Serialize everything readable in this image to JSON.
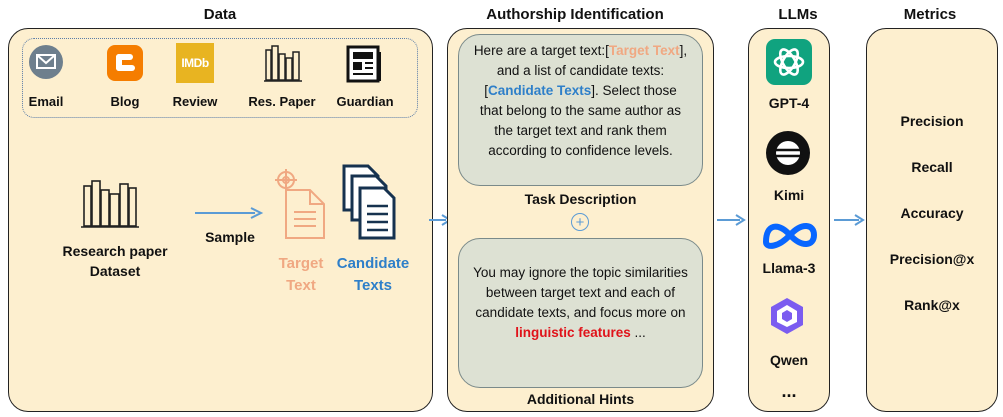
{
  "titles": {
    "data": "Data",
    "authorship": "Authorship Identification",
    "llms": "LLMs",
    "metrics": "Metrics"
  },
  "sources": [
    {
      "label": "Email",
      "icon": "email-icon"
    },
    {
      "label": "Blog",
      "icon": "blogger-icon"
    },
    {
      "label": "Review",
      "icon": "imdb-icon"
    },
    {
      "label": "Res. Paper",
      "icon": "bookshelf-icon"
    },
    {
      "label": "Guardian",
      "icon": "newspaper-icon"
    }
  ],
  "imdb_text": "IMDb",
  "dataset": {
    "line1": "Research paper",
    "line2": "Dataset"
  },
  "sample_label": "Sample",
  "target": {
    "line1": "Target",
    "line2": "Text"
  },
  "candidate": {
    "line1": "Candidate",
    "line2": "Texts"
  },
  "task": {
    "p1": "Here are a target text:[",
    "target": "Target Text",
    "p2": "], and a list of candidate texts:[",
    "candidate": "Candidate Texts",
    "p3": "]. Select those that belong to the same author as the target text and rank them according to confidence levels.",
    "label": "Task Description"
  },
  "plus_symbol": "+",
  "hints": {
    "p1": "You may ignore the topic similarities between target text and each of candidate texts, and focus more on",
    "highlight": "linguistic features",
    "p2": "...",
    "label": "Additional Hints"
  },
  "llms": [
    {
      "name": "GPT-4",
      "icon": "openai-icon"
    },
    {
      "name": "Kimi",
      "icon": "kimi-icon"
    },
    {
      "name": "Llama-3",
      "icon": "meta-icon"
    },
    {
      "name": "Qwen",
      "icon": "qwen-icon"
    }
  ],
  "llm_more": "...",
  "metrics": [
    "Precision",
    "Recall",
    "Accuracy",
    "Precision@x",
    "Rank@x"
  ],
  "colors": {
    "panel": "#fdefcf",
    "bubble": "#dde1d3",
    "arrow": "#5b9bd5",
    "target": "#f0a882",
    "candidate": "#2e7fc9",
    "highlight": "#e0131a"
  }
}
